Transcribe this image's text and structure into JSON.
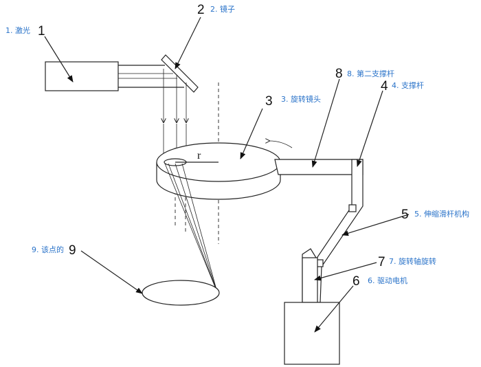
{
  "parts": [
    {
      "id": "1",
      "label": "1. 激光"
    },
    {
      "id": "2",
      "label": "2. 镜子"
    },
    {
      "id": "3",
      "label": "3. 旋转镜头"
    },
    {
      "id": "4",
      "label": "4. 支撑杆"
    },
    {
      "id": "5",
      "label": "5. 伸缩滑杆机构"
    },
    {
      "id": "6",
      "label": "6. 驱动电机"
    },
    {
      "id": "7",
      "label": "7. 旋转轴旋转"
    },
    {
      "id": "8",
      "label": "8. 第二支撑杆"
    },
    {
      "id": "9",
      "label": "9. 该点的"
    }
  ],
  "radius_symbol": "r"
}
